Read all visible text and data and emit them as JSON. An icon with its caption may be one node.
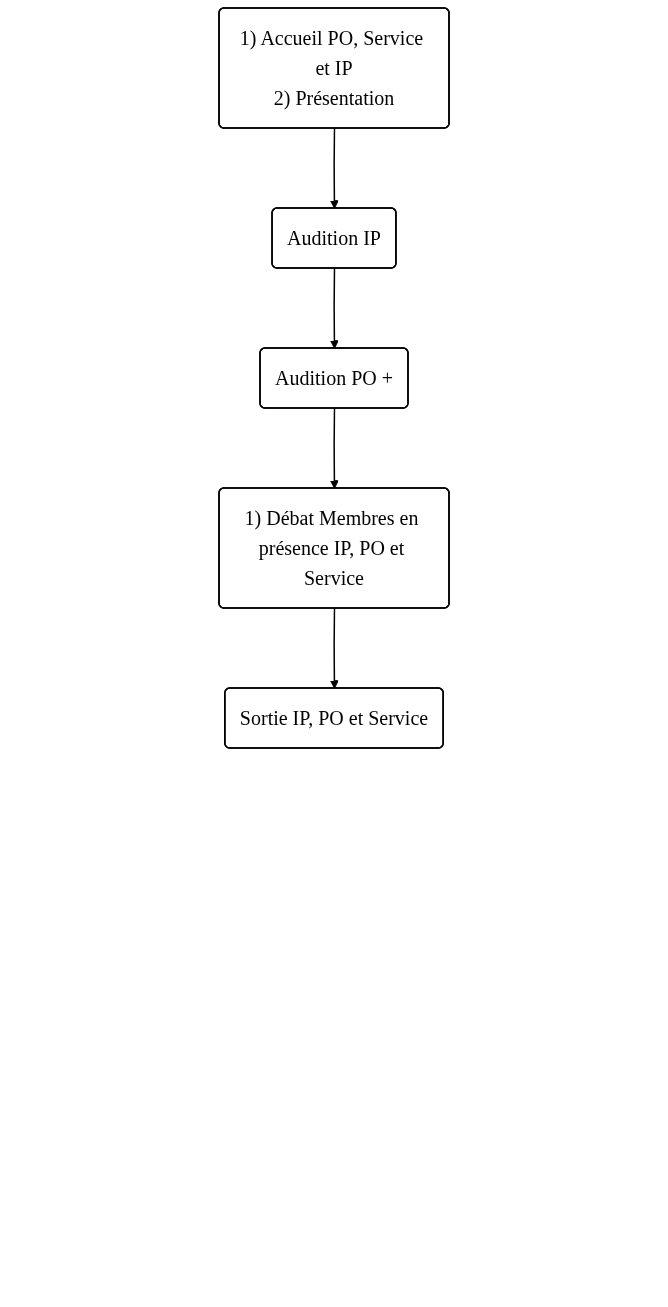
{
  "diagram": {
    "nodes": [
      {
        "text": [
          "1) Accueil PO, Service et IP",
          "2) Présentation"
        ]
      },
      {
        "text": [
          "Audition IP"
        ]
      },
      {
        "text": [
          "Audition PO +"
        ]
      },
      {
        "text": [
          "1) Débat Membres en présence IP, PO et Service"
        ]
      },
      {
        "text": [
          "Sortie IP, PO et Service"
        ]
      }
    ],
    "edges": [
      {
        "from": 0,
        "to": 1,
        "arrow": "to"
      },
      {
        "from": 1,
        "to": 2,
        "arrow": "to"
      },
      {
        "from": 2,
        "to": 3,
        "arrow": "to"
      },
      {
        "from": 3,
        "to": 4,
        "arrow": "to"
      }
    ]
  }
}
